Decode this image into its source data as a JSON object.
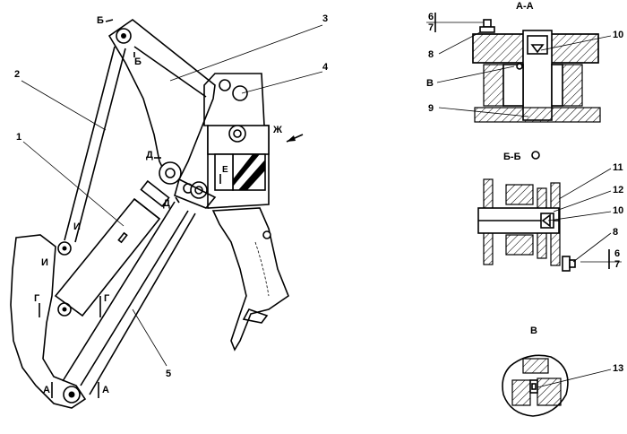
{
  "labels": {
    "n1": "1",
    "n2": "2",
    "n3": "3",
    "n4": "4",
    "n5": "5",
    "n6": "6",
    "n7": "7",
    "n8": "8",
    "n9": "9",
    "n10": "10",
    "n11": "11",
    "n12": "12",
    "n13": "13",
    "section_aa": "А-А",
    "section_bb": "Б-Б",
    "view_v": "В",
    "mark_b": "Б",
    "mark_g": "Г",
    "mark_d": "Д",
    "mark_e": "Е",
    "mark_zh": "Ж",
    "mark_i": "И",
    "mark_a": "А",
    "mark_v": "В"
  }
}
